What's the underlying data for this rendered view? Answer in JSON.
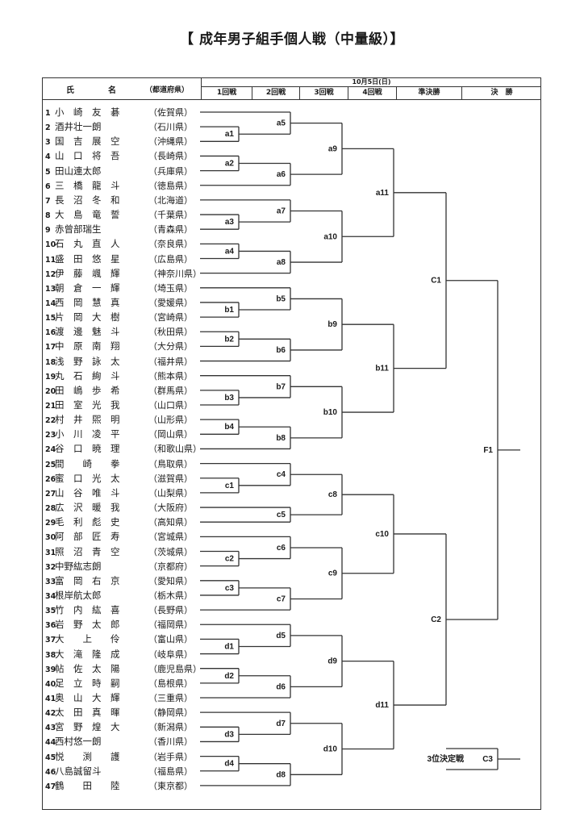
{
  "title": "【 成年男子組手個人戦（中量級）】",
  "header": {
    "name_col_1": "氏",
    "name_col_2": "名",
    "name_col_3": "（都道府県）",
    "date": "10月5日(日)",
    "rounds": [
      "1回戦",
      "2回戦",
      "3回戦",
      "4回戦",
      "準決勝",
      "決　勝"
    ]
  },
  "players": [
    {
      "no": "1",
      "name": "小　崎　友　碁",
      "pref": "（佐賀県）"
    },
    {
      "no": "2",
      "name": "酒井壮一朗",
      "pref": "（石川県）"
    },
    {
      "no": "3",
      "name": "国　吉　展　空",
      "pref": "（沖縄県）"
    },
    {
      "no": "4",
      "name": "山　口　将　吾",
      "pref": "（長崎県）"
    },
    {
      "no": "5",
      "name": "田山連太郎",
      "pref": "（兵庫県）"
    },
    {
      "no": "6",
      "name": "三　橋　龍　斗",
      "pref": "（徳島県）"
    },
    {
      "no": "7",
      "name": "長　沼　冬　和",
      "pref": "（北海道）"
    },
    {
      "no": "8",
      "name": "大　島　竜　誓",
      "pref": "（千葉県）"
    },
    {
      "no": "9",
      "name": "赤曾部瑞生",
      "pref": "（青森県）"
    },
    {
      "no": "10",
      "name": "石　丸　直　人",
      "pref": "（奈良県）"
    },
    {
      "no": "11",
      "name": "盛　田　悠　星",
      "pref": "（広島県）"
    },
    {
      "no": "12",
      "name": "伊　藤　颯　輝",
      "pref": "（神奈川県）"
    },
    {
      "no": "13",
      "name": "朝　倉　一　輝",
      "pref": "（埼玉県）"
    },
    {
      "no": "14",
      "name": "西　岡　慧　真",
      "pref": "（愛媛県）"
    },
    {
      "no": "15",
      "name": "片　岡　大　樹",
      "pref": "（宮崎県）"
    },
    {
      "no": "16",
      "name": "渡　邊　魅　斗",
      "pref": "（秋田県）"
    },
    {
      "no": "17",
      "name": "中　原　南　翔",
      "pref": "（大分県）"
    },
    {
      "no": "18",
      "name": "浅　野　詠　太",
      "pref": "（福井県）"
    },
    {
      "no": "19",
      "name": "丸　石　絢　斗",
      "pref": "（熊本県）"
    },
    {
      "no": "20",
      "name": "田　嶋　歩　希",
      "pref": "（群馬県）"
    },
    {
      "no": "21",
      "name": "田　室　光　我",
      "pref": "（山口県）"
    },
    {
      "no": "22",
      "name": "村　井　煕　明",
      "pref": "（山形県）"
    },
    {
      "no": "23",
      "name": "小　川　凌　平",
      "pref": "（岡山県）"
    },
    {
      "no": "24",
      "name": "谷　口　暁　理",
      "pref": "（和歌山県）"
    },
    {
      "no": "25",
      "name": "間　　崎　　拳",
      "pref": "（鳥取県）"
    },
    {
      "no": "26",
      "name": "蜜　口　光　太",
      "pref": "（滋賀県）"
    },
    {
      "no": "27",
      "name": "山　谷　唯　斗",
      "pref": "（山梨県）"
    },
    {
      "no": "28",
      "name": "広　沢　暖　我",
      "pref": "（大阪府）"
    },
    {
      "no": "29",
      "name": "毛　利　彪　史",
      "pref": "（高知県）"
    },
    {
      "no": "30",
      "name": "阿　部　匠　寿",
      "pref": "（宮城県）"
    },
    {
      "no": "31",
      "name": "照　沼　青　空",
      "pref": "（茨城県）"
    },
    {
      "no": "32",
      "name": "中野紘志朗",
      "pref": "（京都府）"
    },
    {
      "no": "33",
      "name": "富　岡　右　京",
      "pref": "（愛知県）"
    },
    {
      "no": "34",
      "name": "根岸航太郎",
      "pref": "（栃木県）"
    },
    {
      "no": "35",
      "name": "竹　内　紘　喜",
      "pref": "（長野県）"
    },
    {
      "no": "36",
      "name": "岩　野　太　郎",
      "pref": "（福岡県）"
    },
    {
      "no": "37",
      "name": "大　　上　　伶",
      "pref": "（富山県）"
    },
    {
      "no": "38",
      "name": "大　滝　隆　成",
      "pref": "（岐阜県）"
    },
    {
      "no": "39",
      "name": "帖　佐　太　陽",
      "pref": "（鹿児島県）"
    },
    {
      "no": "40",
      "name": "足　立　時　嗣",
      "pref": "（島根県）"
    },
    {
      "no": "41",
      "name": "奥　山　大　輝",
      "pref": "（三重県）"
    },
    {
      "no": "42",
      "name": "太　田　真　暉",
      "pref": "（静岡県）"
    },
    {
      "no": "43",
      "name": "宮　野　煌　大",
      "pref": "（新潟県）"
    },
    {
      "no": "44",
      "name": "西村悠一朗",
      "pref": "（香川県）"
    },
    {
      "no": "45",
      "name": "悦　　渕　　護",
      "pref": "（岩手県）"
    },
    {
      "no": "46",
      "name": "八島誠留斗",
      "pref": "（福島県）"
    },
    {
      "no": "47",
      "name": "鶴　　田　　陸",
      "pref": "（東京都）"
    }
  ],
  "matches": {
    "round1": [
      "a1",
      "a2",
      "a3",
      "a4",
      "b1",
      "b2",
      "b3",
      "b4",
      "c1",
      "c2",
      "c3",
      "d1",
      "d2",
      "d3",
      "d4"
    ],
    "round2": [
      "a5",
      "a6",
      "a7",
      "a8",
      "b5",
      "b6",
      "b7",
      "b8",
      "c4",
      "c5",
      "c6",
      "c7",
      "d5",
      "d6",
      "d7",
      "d8"
    ],
    "round3": [
      "a9",
      "a10",
      "b9",
      "b10",
      "c8",
      "c9",
      "d9",
      "d10"
    ],
    "round4": [
      "a11",
      "b11",
      "c10",
      "d11"
    ],
    "semifinal": [
      "C1",
      "C2"
    ],
    "final": "F1",
    "third_place_label": "3位決定戦",
    "third_place_match": "C3"
  }
}
